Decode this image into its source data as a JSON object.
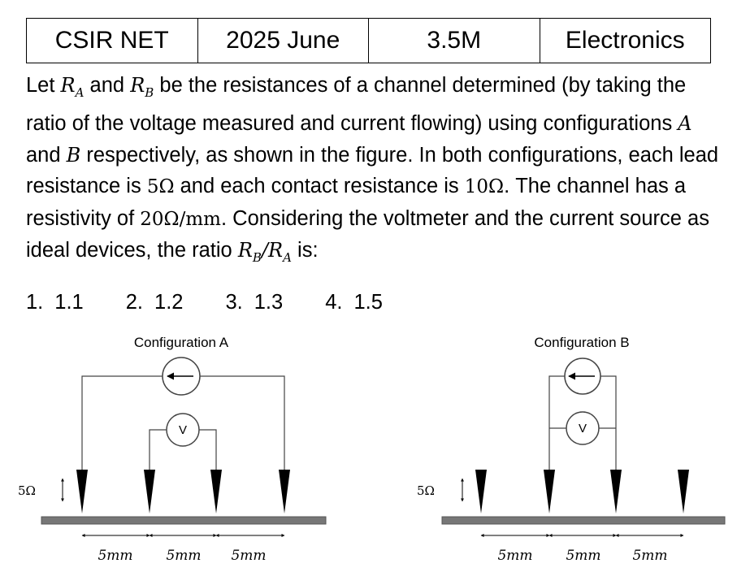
{
  "header": {
    "exam": "CSIR NET",
    "session": "2025 June",
    "marks": "3.5M",
    "subject": "Electronics"
  },
  "question": {
    "line1_a": "Let ",
    "RA": "R",
    "RA_sub": "A",
    "line1_b": " and ",
    "RB": "R",
    "RB_sub": "B",
    "line1_c": " be the resistances of a channel determined (by taking the ratio of the voltage measured and current flowing) using configurations ",
    "cfgA": "A",
    "line1_d": " and ",
    "cfgB": "B",
    "line1_e": " respectively, as shown in the figure. In both configurations, each lead resistance is ",
    "lead_res": "5Ω",
    "line1_f": " and each contact resistance is ",
    "contact_res": "10Ω",
    "line1_g": ". The channel has a resistivity of ",
    "resistivity": "20Ω/mm",
    "line1_h": ". Considering the voltmeter and the current source as ideal devices, the ratio ",
    "ratio_num": "R",
    "ratio_num_sub": "B",
    "ratio_slash": "/",
    "ratio_den": "R",
    "ratio_den_sub": "A",
    "line1_i": " is:"
  },
  "options": [
    {
      "num": "1.",
      "value": "1.1"
    },
    {
      "num": "2.",
      "value": "1.2"
    },
    {
      "num": "3.",
      "value": "1.3"
    },
    {
      "num": "4.",
      "value": "1.5"
    }
  ],
  "figure": {
    "config_a_title": "Configuration A",
    "config_b_title": "Configuration B",
    "lead_label_a": "5Ω",
    "lead_label_b": "5Ω",
    "voltmeter_a": "V",
    "voltmeter_b": "V",
    "spacing_a": [
      "5mm",
      "5mm",
      "5mm"
    ],
    "spacing_b": [
      "5mm",
      "5mm",
      "5mm"
    ]
  }
}
